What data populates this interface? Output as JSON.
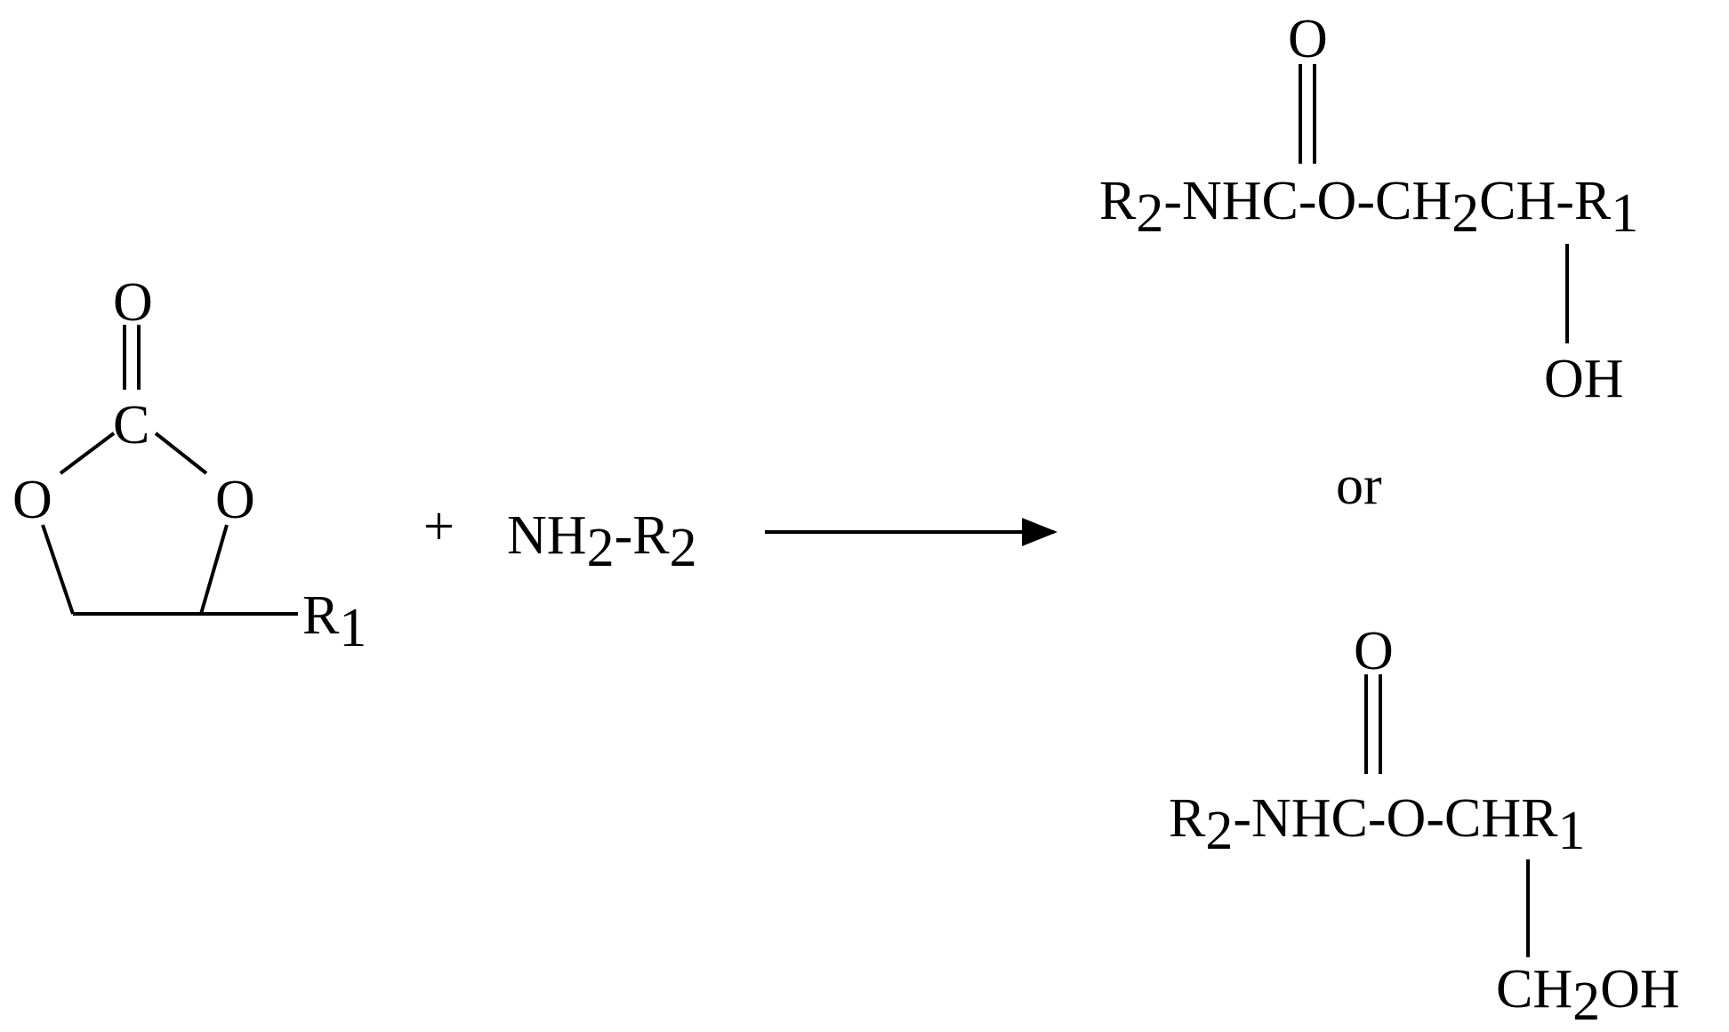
{
  "reactant_ring": {
    "carbonyl_o": "O",
    "carbonyl_c": "C",
    "ring_o_left": "O",
    "ring_o_right": "O",
    "substituent": "R",
    "substituent_sub": "1"
  },
  "plus": "+",
  "amine": {
    "part1": "NH",
    "sub1": "2",
    "part2": "-R",
    "sub2": "2"
  },
  "or_label": "or",
  "product1": {
    "carbonyl_o": "O",
    "chain_a": "R",
    "sub_a": "2",
    "chain_b": "-NHC-O-CH",
    "sub_b": "2",
    "chain_c": "CH-R",
    "sub_c": "1",
    "hydroxyl": "OH"
  },
  "product2": {
    "carbonyl_o": "O",
    "chain_a": "R",
    "sub_a": "2",
    "chain_b": "-NHC-O-CHR",
    "sub_b": "1",
    "branch_a": "CH",
    "branch_sub": "2",
    "branch_b": "OH"
  },
  "colors": {
    "ink": "#000000",
    "background": "#ffffff"
  }
}
